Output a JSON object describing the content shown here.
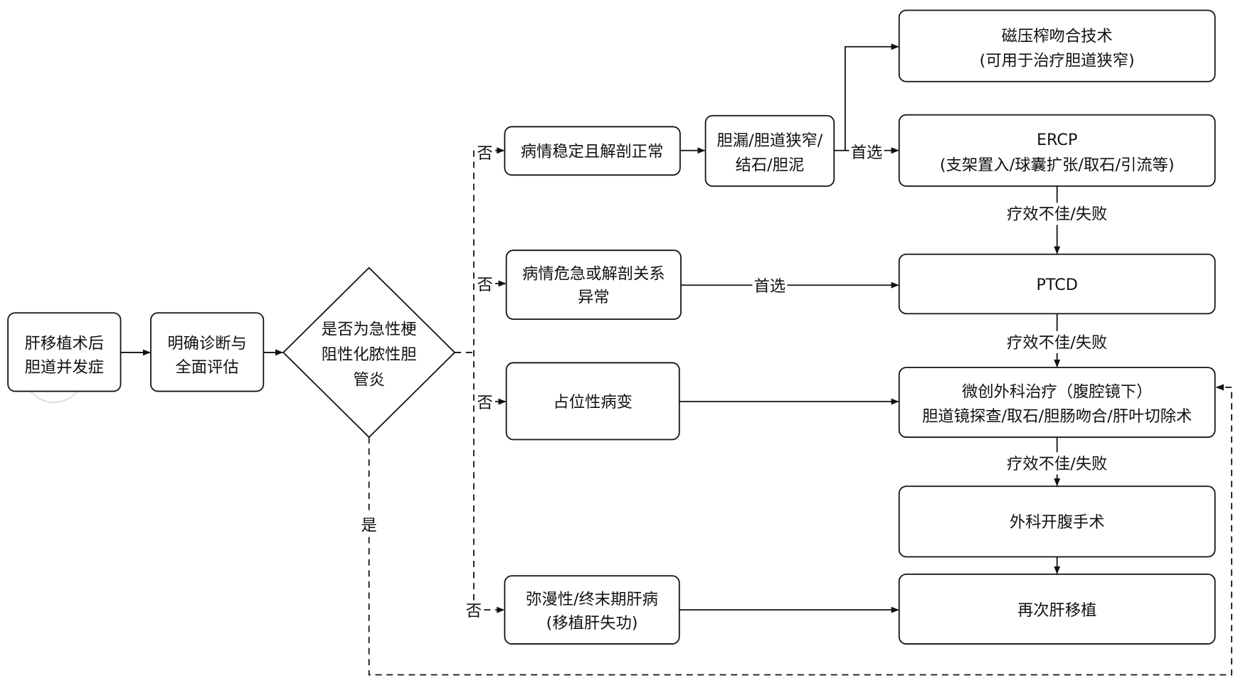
{
  "nodes": {
    "start": [
      "肝移植术后",
      "胆道并发症"
    ],
    "assess": [
      "明确诊断与",
      "全面评估"
    ],
    "decision": [
      "是否为急性梗",
      "阻性化脓性胆",
      "管炎"
    ],
    "stable": [
      "病情稳定且解剖正常"
    ],
    "critical": [
      "病情危急或解剖关系",
      "异常"
    ],
    "mass": [
      "占位性病变"
    ],
    "diffuse": [
      "弥漫性/终末期肝病",
      "(移植肝失功)"
    ],
    "complication": [
      "胆漏/胆道狭窄/",
      "结石/胆泥"
    ],
    "magnetic": [
      "磁压榨吻合技术",
      "(可用于治疗胆道狭窄)"
    ],
    "ercp": [
      "ERCP",
      "(支架置入/球囊扩张/取石/引流等)"
    ],
    "ptcd": [
      "PTCD"
    ],
    "minimally_invasive": [
      "微创外科治疗（腹腔镜下）",
      "胆道镜探查/取石/胆肠吻合/肝叶切除术"
    ],
    "open_surgery": [
      "外科开腹手术"
    ],
    "retransplant": [
      "再次肝移植"
    ]
  },
  "edge_labels": {
    "no": "否",
    "yes": "是",
    "preferred": "首选",
    "failure": "疗效不佳/失败"
  }
}
